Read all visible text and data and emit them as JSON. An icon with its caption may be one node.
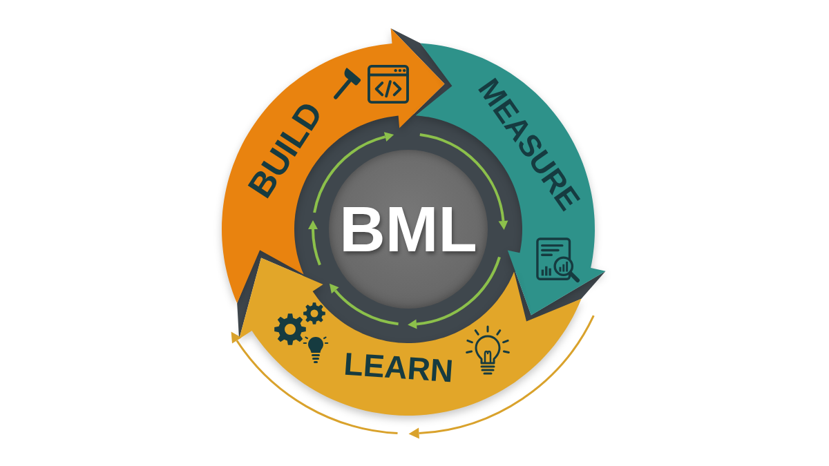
{
  "diagram": {
    "nodes": [
      {
        "text": [
          "BML"
        ]
      },
      {
        "text": [
          "BUILD"
        ]
      },
      {
        "text": [
          "MEASURE"
        ]
      },
      {
        "text": [
          "LEARN"
        ]
      }
    ]
  }
}
